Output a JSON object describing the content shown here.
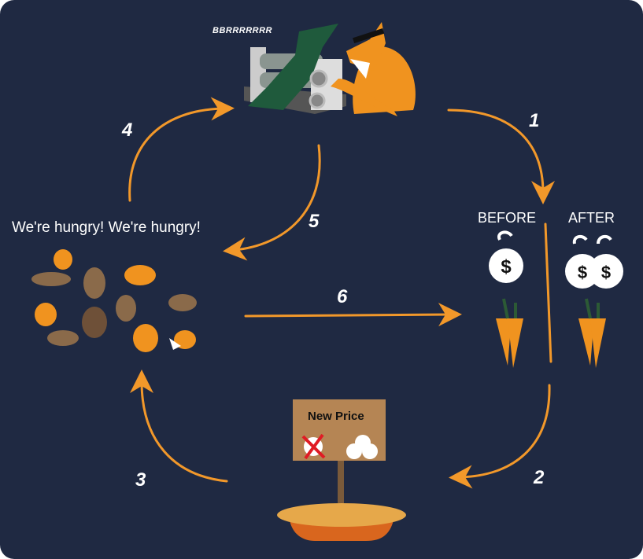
{
  "title_sound": "BBRRRRRRR",
  "hungry_text": "We're hungry! We're hungry!",
  "before_label": "BEFORE",
  "after_label": "AFTER",
  "sign_text": "New Price",
  "steps": [
    "1",
    "2",
    "3",
    "4",
    "5",
    "6"
  ],
  "colors": {
    "background": "#1f2942",
    "arrow": "#f2982a",
    "fox": "#f0931f",
    "rabbit": "#8a6a4a",
    "sign": "#b58554"
  }
}
